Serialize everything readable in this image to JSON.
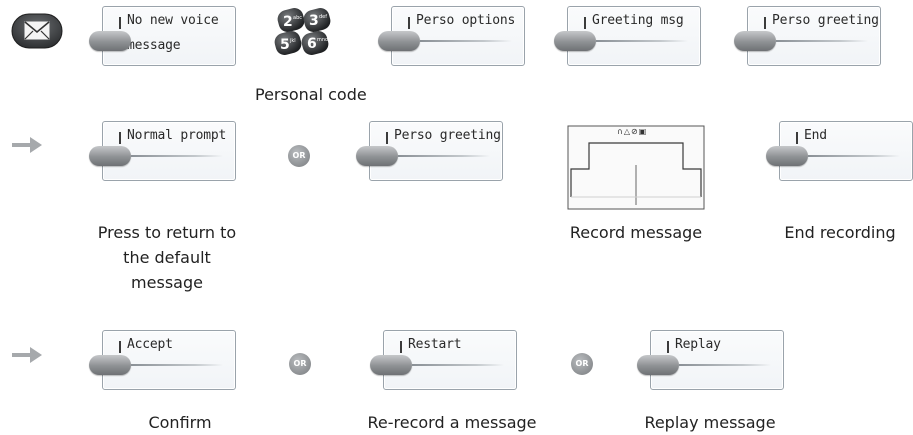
{
  "row1": {
    "mail_icon": "envelope-icon",
    "voice_display": {
      "line1": "No new voice",
      "line2": "message"
    },
    "keypad": {
      "keys": [
        "2abc",
        "3def",
        "5jkl",
        "6mno"
      ],
      "caption": "Personal code"
    },
    "options_display": "Perso options",
    "greeting_display": "Greeting msg",
    "perso_greeting_display": "Perso greeting"
  },
  "row2": {
    "arrow_icon": "arrow-right-icon",
    "normal_prompt": {
      "label": "Normal prompt",
      "caption_lines": [
        "Press to return to",
        "the default",
        "message"
      ]
    },
    "or": "OR",
    "perso_greeting": {
      "label": "Perso greeting"
    },
    "record": {
      "caption": "Record message",
      "icons": "∩△⊘▣"
    },
    "end": {
      "label": "End",
      "caption": "End recording"
    }
  },
  "row3": {
    "arrow_icon": "arrow-right-icon",
    "accept": {
      "label": "Accept",
      "caption": "Confirm"
    },
    "or1": "OR",
    "restart": {
      "label": "Restart",
      "caption": "Re-record a message"
    },
    "or2": "OR",
    "replay": {
      "label": "Replay",
      "caption": "Replay message"
    }
  },
  "colors": {
    "or_badge": "#8c8f92",
    "arrow": "#a6a9ac",
    "key": "#8e9194"
  }
}
